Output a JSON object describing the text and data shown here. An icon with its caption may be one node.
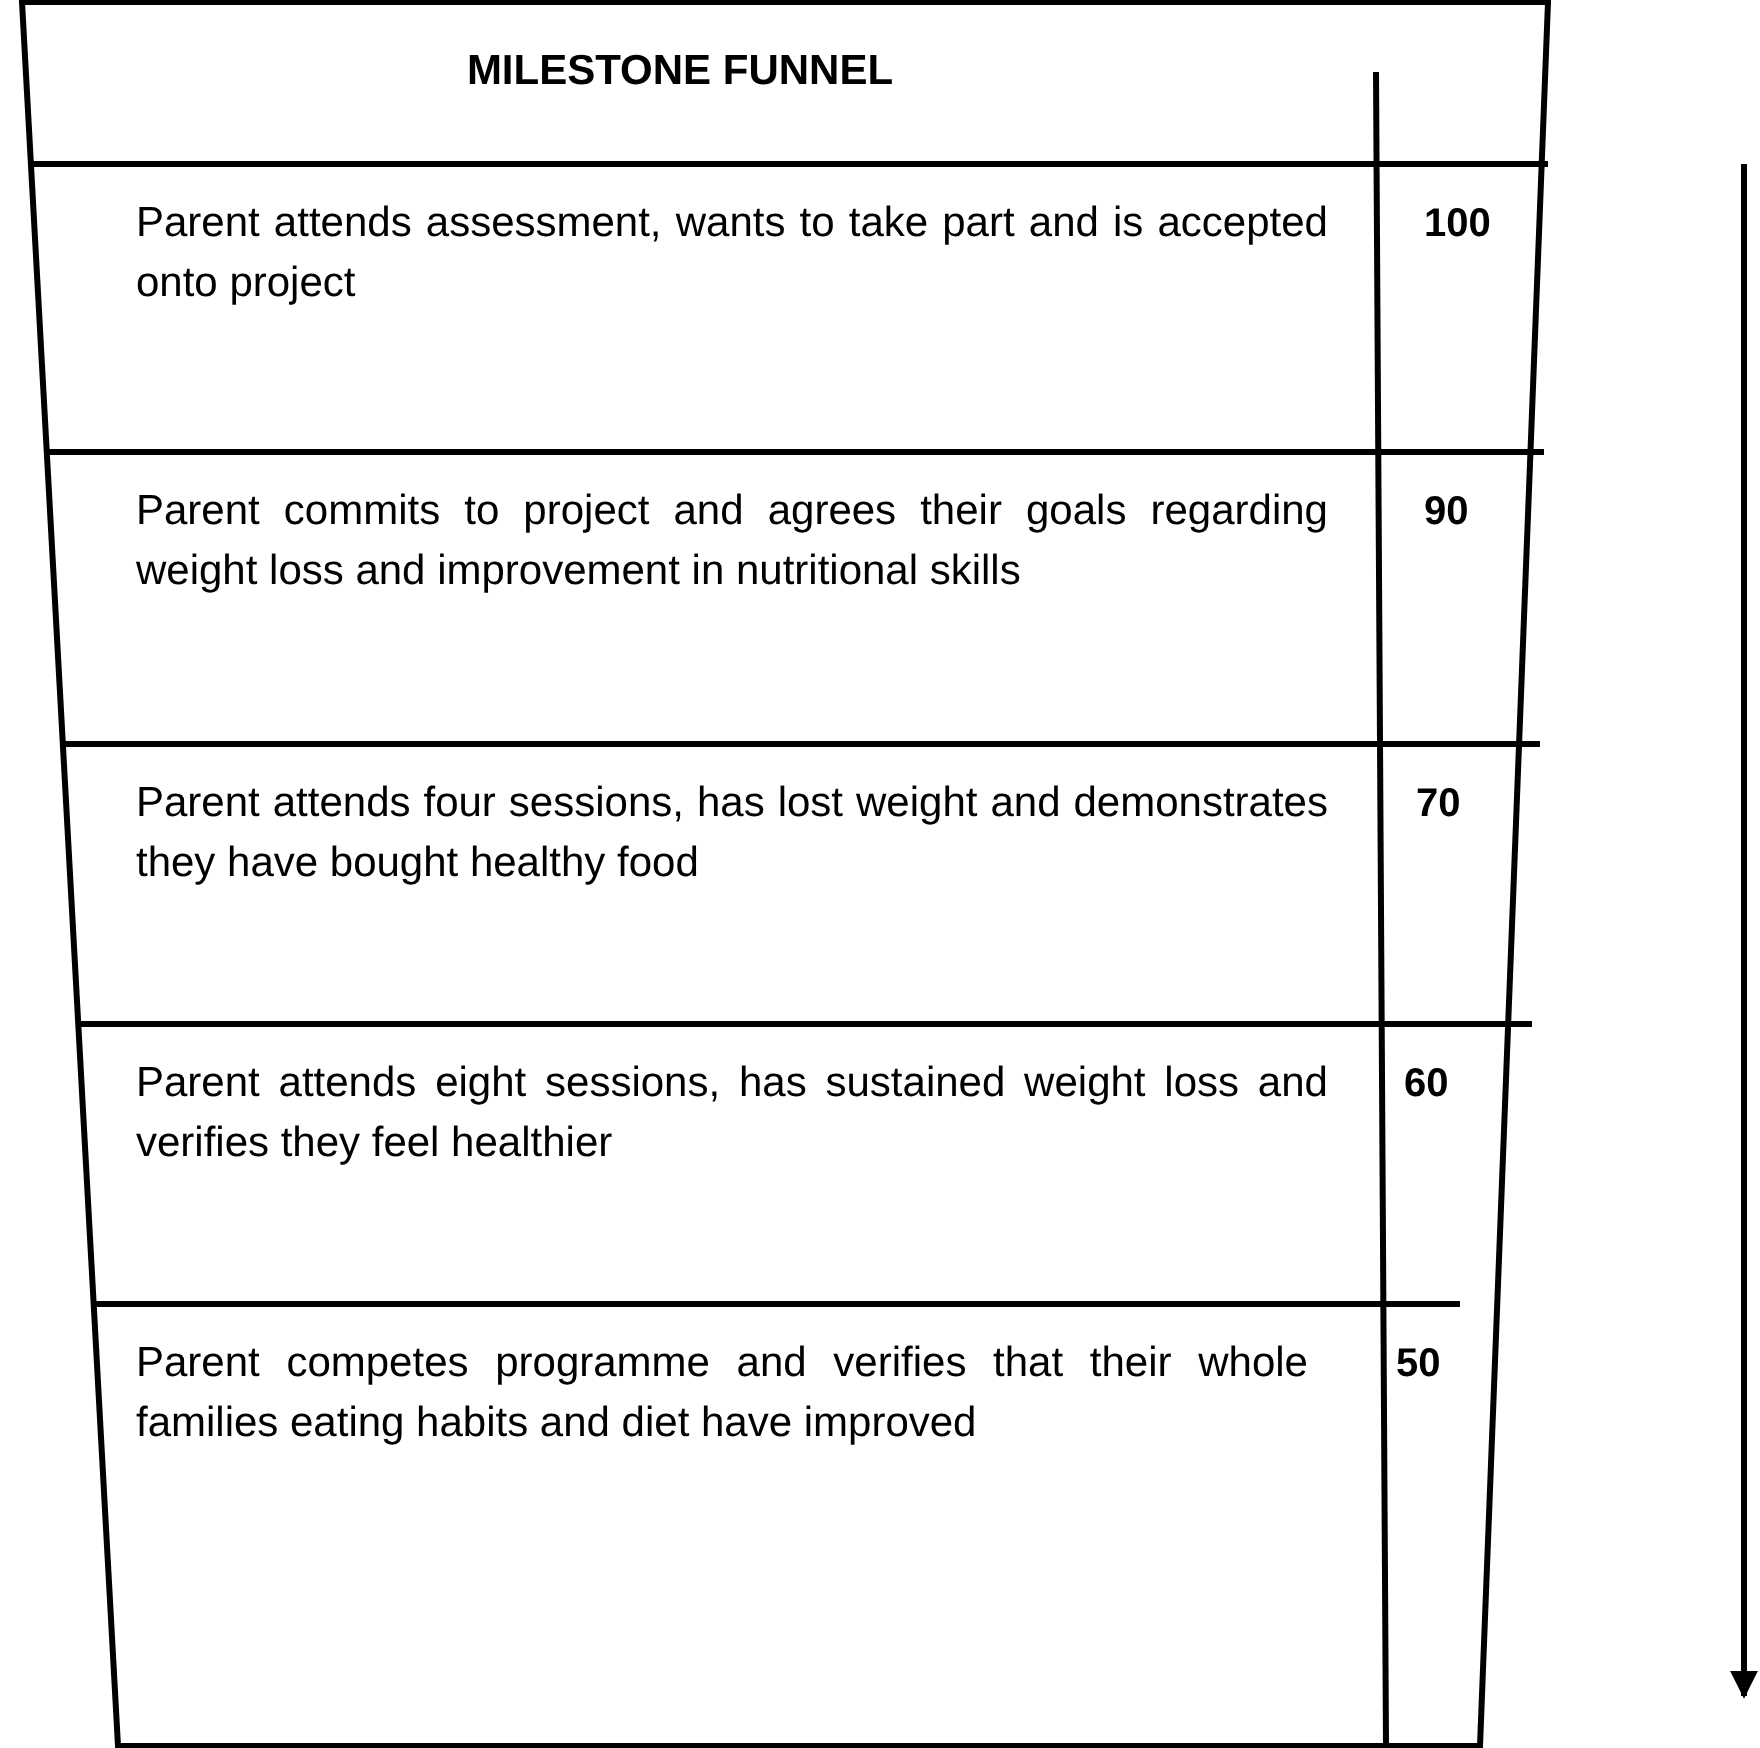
{
  "diagram": {
    "title": "MILESTONE FUNNEL",
    "nodes": [
      {
        "text": [
          "Parent attends assessment, wants to take part and is accepted onto project",
          "100"
        ]
      },
      {
        "text": [
          "Parent commits to project and agrees their goals regarding weight loss and improvement in nutritional skills",
          "90"
        ]
      },
      {
        "text": [
          "Parent attends four sessions, has lost weight and demonstrates they have bought healthy food",
          "70"
        ]
      },
      {
        "text": [
          "Parent attends eight sessions, has sustained weight loss and verifies they feel healthier",
          "60"
        ]
      },
      {
        "text": [
          "Parent competes programme and verifies that their whole families eating habits and diet have improved",
          "50"
        ]
      }
    ]
  }
}
